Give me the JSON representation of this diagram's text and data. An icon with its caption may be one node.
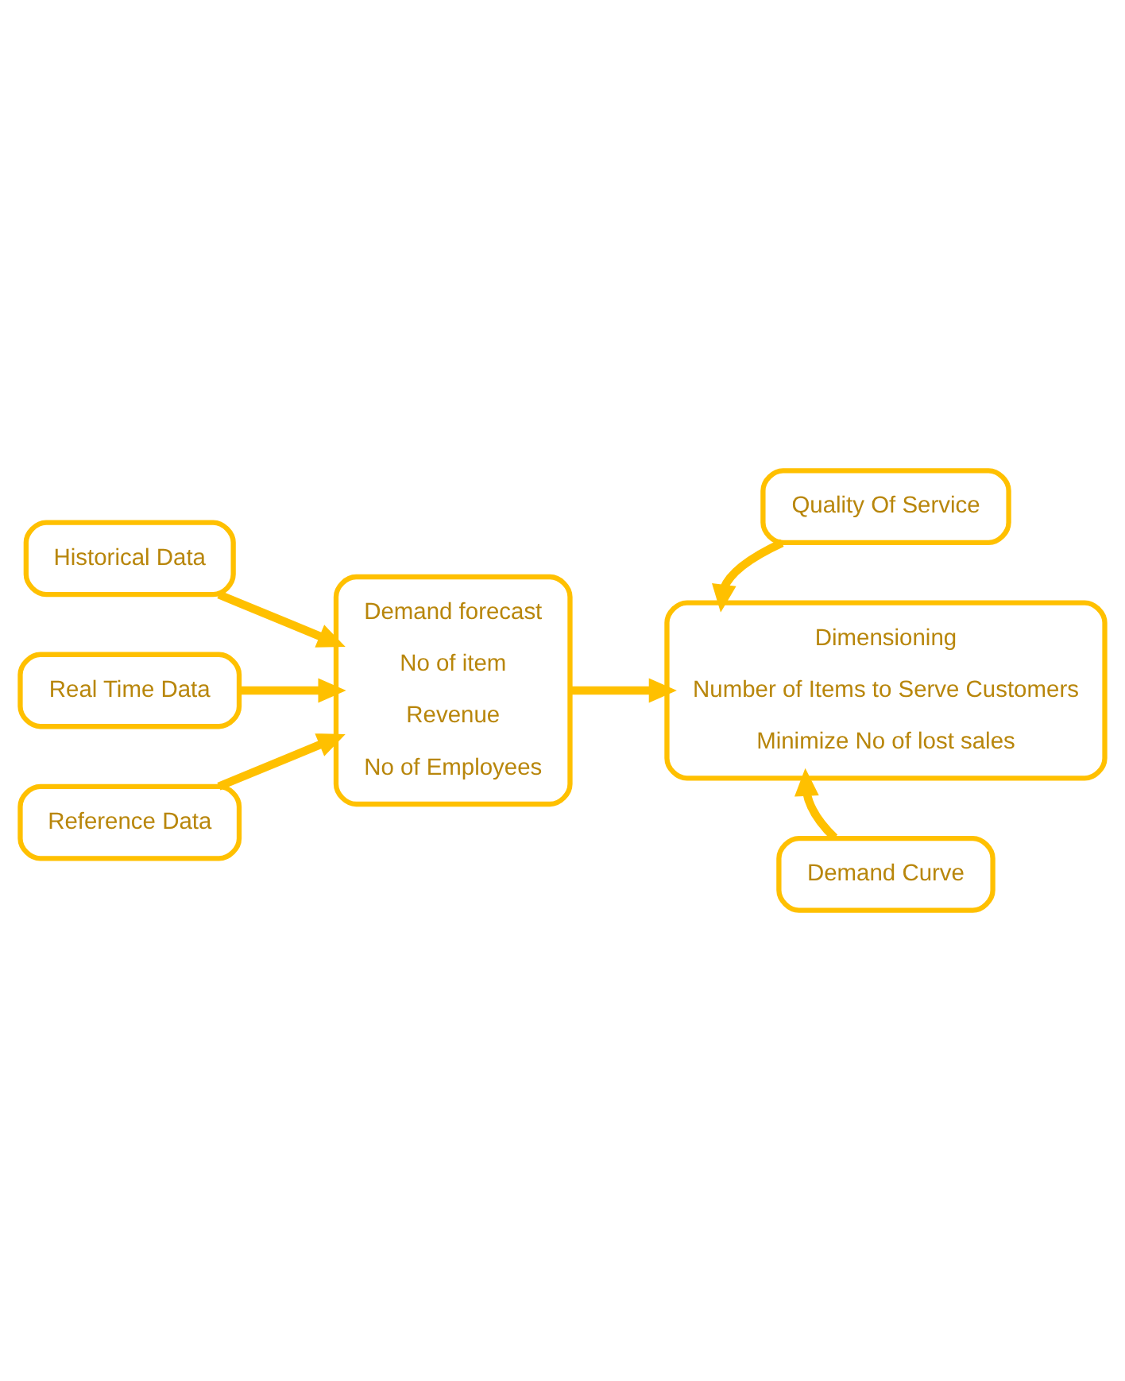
{
  "diagram": {
    "nodes": [
      {
        "text": [
          "Historical Data"
        ]
      },
      {
        "text": [
          "Real Time Data"
        ]
      },
      {
        "text": [
          "Reference Data"
        ]
      },
      {
        "text": [
          "Demand forecast",
          "No of item",
          "Revenue",
          "No of Employees"
        ]
      },
      {
        "text": [
          "Quality Of Service"
        ]
      },
      {
        "text": [
          "Dimensioning",
          "Number of Items to Serve Customers",
          "Minimize No of lost sales"
        ]
      },
      {
        "text": [
          "Demand Curve"
        ]
      }
    ],
    "edges": [
      {
        "from": 0,
        "to": 3,
        "arrow": "to"
      },
      {
        "from": 1,
        "to": 3,
        "arrow": "to"
      },
      {
        "from": 2,
        "to": 3,
        "arrow": "to"
      },
      {
        "from": 3,
        "to": 5,
        "arrow": "to"
      },
      {
        "from": 4,
        "to": 5,
        "arrow": "to"
      },
      {
        "from": 6,
        "to": 5,
        "arrow": "to"
      }
    ]
  }
}
